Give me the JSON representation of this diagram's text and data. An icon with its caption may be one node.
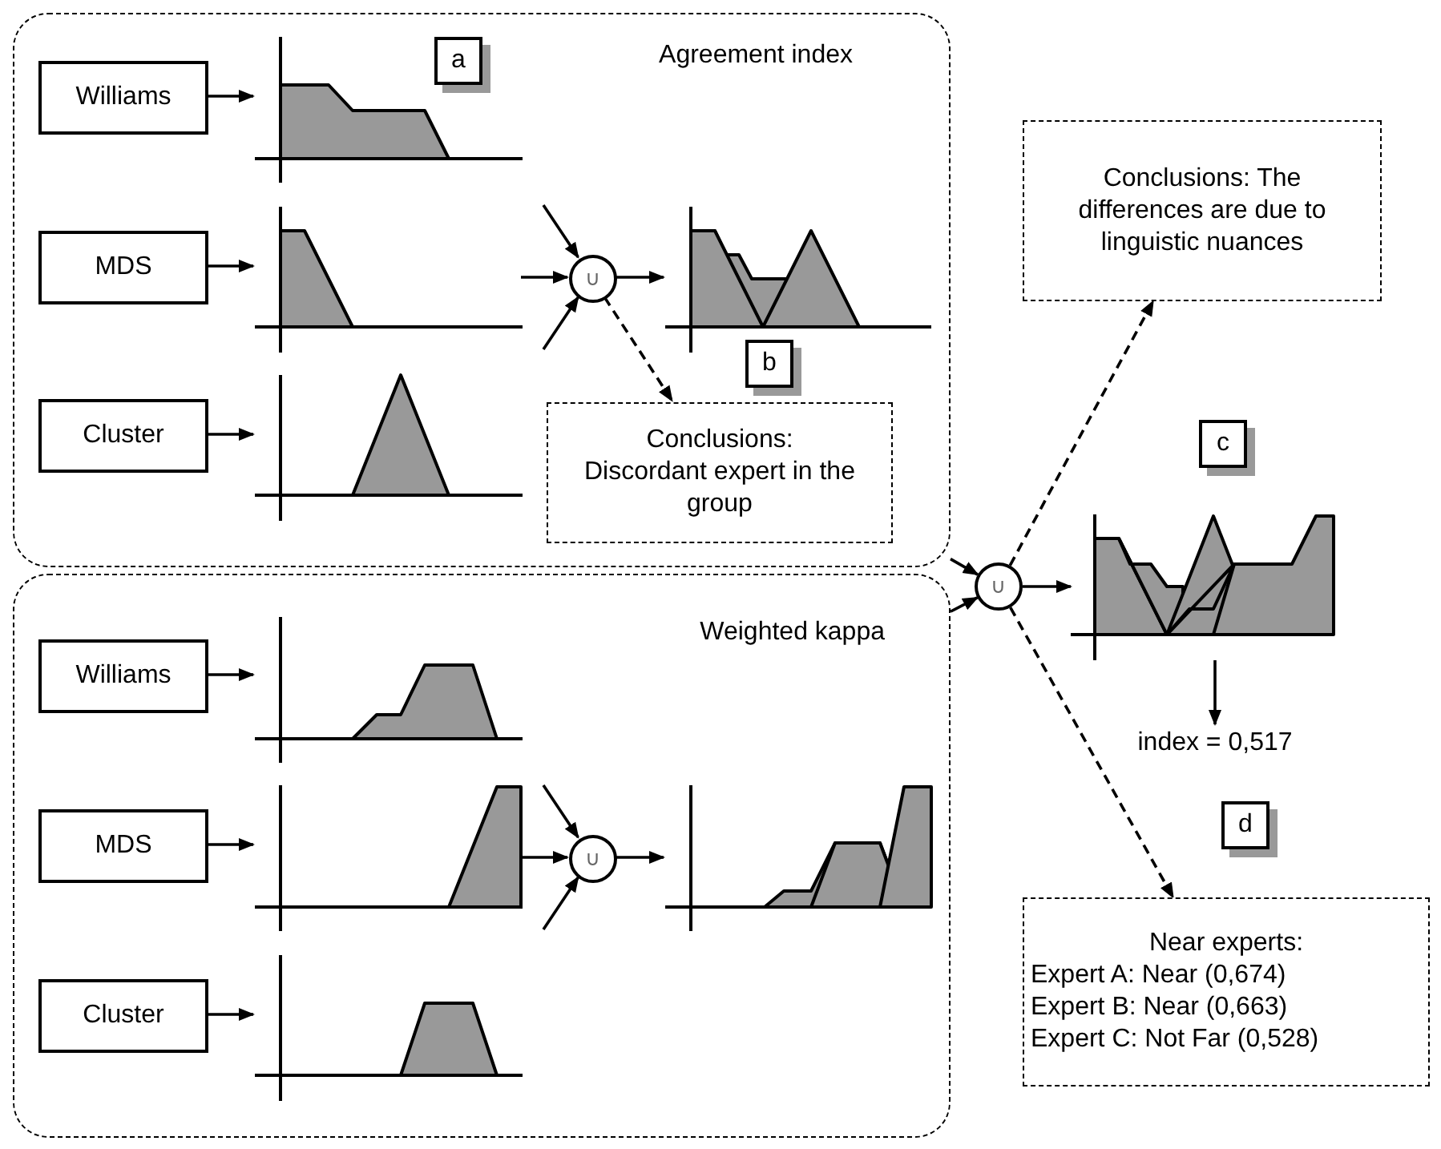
{
  "diagram": {
    "nodes": [
      {
        "text": [
          "Agreement index"
        ]
      },
      {
        "text": [
          "Williams"
        ],
        "in": 0
      },
      {
        "text": [],
        "shape": "picture",
        "in": 0
      },
      {
        "text": [
          "MDS"
        ],
        "in": 0
      },
      {
        "text": [],
        "shape": "picture",
        "in": 0
      },
      {
        "text": [
          "Cluster"
        ],
        "in": 0
      },
      {
        "text": [],
        "shape": "picture",
        "in": 0
      },
      {
        "text": [
          "∪"
        ],
        "in": 0
      },
      {
        "text": [],
        "shape": "picture",
        "in": 0
      },
      {
        "text": [
          "Conclusions: Discordant expert in the group"
        ],
        "in": 0
      },
      {
        "text": [
          "a"
        ],
        "in": 2
      },
      {
        "text": [
          "b"
        ],
        "in": 0
      },
      {
        "text": [
          "Weighted kappa"
        ]
      },
      {
        "text": [
          "Williams"
        ],
        "in": 12
      },
      {
        "text": [],
        "shape": "picture",
        "in": 12
      },
      {
        "text": [
          "MDS"
        ],
        "in": 12
      },
      {
        "text": [],
        "shape": "picture",
        "in": 12
      },
      {
        "text": [
          "Cluster"
        ],
        "in": 12
      },
      {
        "text": [],
        "shape": "picture",
        "in": 12
      },
      {
        "text": [
          "∪"
        ],
        "in": 12
      },
      {
        "text": [],
        "shape": "picture",
        "in": 12
      },
      {
        "text": [
          "Conclusions: The differences are due to linguistic nuances"
        ]
      },
      {
        "text": [
          "∪"
        ]
      },
      {
        "text": [
          "c"
        ]
      },
      {
        "text": [],
        "shape": "picture"
      },
      {
        "text": [
          "index = 0,517"
        ]
      },
      {
        "text": [
          "d"
        ]
      },
      {
        "text": [
          "Near experts:",
          "Expert A: Near (0,674)",
          "Expert B: Near (0,663)",
          "Expert C: Not Far (0,528)"
        ]
      }
    ],
    "edges": [
      {
        "from": 1,
        "to": 2,
        "arrow": "to"
      },
      {
        "from": 3,
        "to": 4,
        "arrow": "to"
      },
      {
        "from": 5,
        "to": 6,
        "arrow": "to"
      },
      {
        "from": null,
        "to": 7,
        "arrow": "to"
      },
      {
        "from": 4,
        "to": 7,
        "arrow": "to"
      },
      {
        "from": null,
        "to": 7,
        "arrow": "to"
      },
      {
        "from": 7,
        "to": 8,
        "arrow": "to"
      },
      {
        "from": 7,
        "to": 9,
        "arrow": "to",
        "style": "dashed"
      },
      {
        "from": 13,
        "to": 14,
        "arrow": "to"
      },
      {
        "from": 15,
        "to": 16,
        "arrow": "to"
      },
      {
        "from": 17,
        "to": 18,
        "arrow": "to"
      },
      {
        "from": null,
        "to": 19,
        "arrow": "to"
      },
      {
        "from": 16,
        "to": 19,
        "arrow": "to"
      },
      {
        "from": null,
        "to": 19,
        "arrow": "to"
      },
      {
        "from": 19,
        "to": 20,
        "arrow": "to"
      },
      {
        "from": 0,
        "to": 22,
        "arrow": "to"
      },
      {
        "from": 12,
        "to": 22,
        "arrow": "to"
      },
      {
        "from": 22,
        "to": 24,
        "arrow": "to"
      },
      {
        "from": 22,
        "to": 21,
        "arrow": "to",
        "style": "dashed"
      },
      {
        "from": 22,
        "to": 27,
        "arrow": "to",
        "style": "dashed"
      },
      {
        "from": 24,
        "to": 25,
        "arrow": "to"
      }
    ]
  }
}
